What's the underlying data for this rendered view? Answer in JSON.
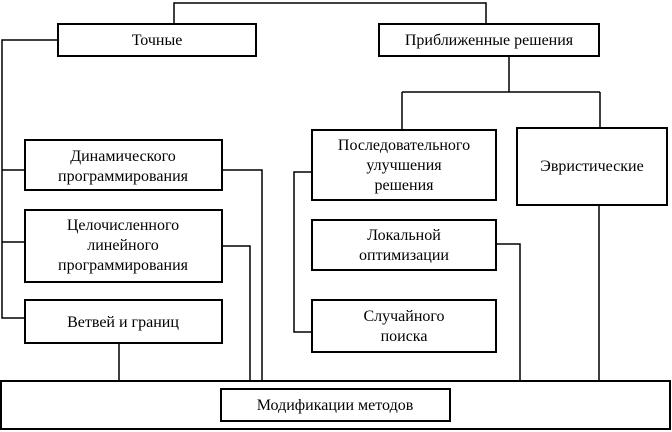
{
  "diagram": {
    "root_exact": "Точные",
    "root_approx": "Приближенные решения",
    "exact": {
      "dp": [
        "Динамического",
        "программирования"
      ],
      "ilp": [
        "Целочисленного",
        "линейного",
        "программирования"
      ],
      "bnb": [
        "Ветвей и границ"
      ]
    },
    "approx": {
      "seq": [
        "Последовательного",
        "улучшения",
        "решения"
      ],
      "heur": [
        "Эвристические"
      ],
      "local": [
        "Локальной",
        "оптимизации"
      ],
      "random": [
        "Случайного",
        "поиска"
      ]
    },
    "bottom": "Модификации методов"
  }
}
